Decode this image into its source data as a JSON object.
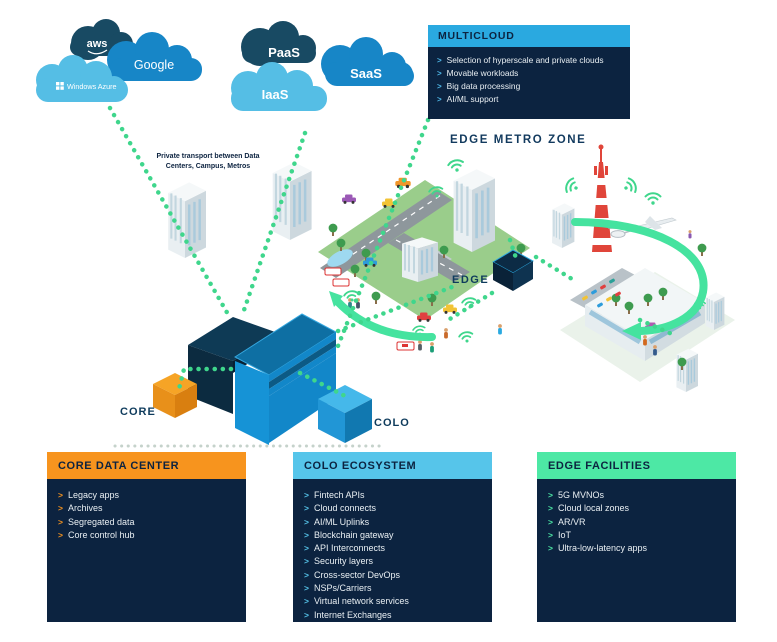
{
  "colors": {
    "navy": "#0C2340",
    "orange": "#F7941E",
    "header_blue": "#2AA9E0",
    "light_blue": "#56C5EA",
    "mint_green": "#4DE8A5",
    "dot_green": "#3FD68C",
    "cloud_dark": "#184A63",
    "cloud_mid": "#1786C7",
    "cloud_light": "#55BEE5",
    "tower_red": "#E0453A"
  },
  "chevron": ">",
  "clouds": {
    "aws": "aws",
    "google": "Google",
    "azure": "Windows Azure",
    "paas": "PaaS",
    "saas": "SaaS",
    "iaas": "IaaS"
  },
  "note": "Private transport between Data\nCenters, Campus, Metros",
  "zone_label": "EDGE METRO ZONE",
  "markers": {
    "core": "CORE",
    "colo": "COLO",
    "edge": "EDGE"
  },
  "multicloud": {
    "title": "MULTICLOUD",
    "items": [
      "Selection of hyperscale and private clouds",
      "Movable workloads",
      "Big data processing",
      "AI/ML support"
    ]
  },
  "boxes": {
    "core": {
      "title": "CORE DATA CENTER",
      "items": [
        "Legacy apps",
        "Archives",
        "Segregated data",
        "Core control hub"
      ]
    },
    "colo": {
      "title": "COLO ECOSYSTEM",
      "items": [
        "Fintech APIs",
        "Cloud connects",
        "AI/ML Uplinks",
        "Blockchain gateway",
        "API Interconnects",
        "Security layers",
        "Cross-sector DevOps",
        "NSPs/Carriers",
        "Virtual network services",
        "Internet Exchanges"
      ]
    },
    "edge": {
      "title": "EDGE FACILITIES",
      "items": [
        "5G MVNOs",
        "Cloud local zones",
        "AR/VR",
        "IoT",
        "Ultra-low-latency apps"
      ]
    }
  }
}
